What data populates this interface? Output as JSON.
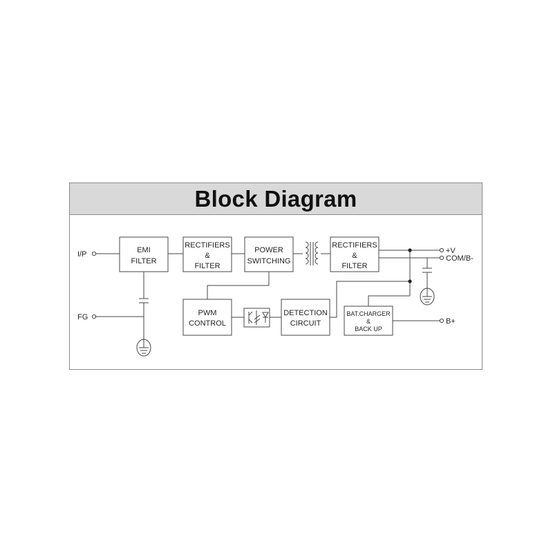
{
  "title": "Block Diagram",
  "blocks": {
    "emi_filter": [
      "EMI",
      "FILTER"
    ],
    "rectifiers_1": [
      "RECTIFIERS",
      "&",
      "FILTER"
    ],
    "power_switching": [
      "POWER",
      "SWITCHING"
    ],
    "rectifiers_2": [
      "RECTIFIERS",
      "&",
      "FILTER"
    ],
    "pwm_control": [
      "PWM",
      "CONTROL"
    ],
    "detection": [
      "DETECTION",
      "CIRCUIT"
    ],
    "bat_charger": [
      "BAT.CHARGER",
      "&",
      "BACK UP"
    ]
  },
  "terminals": {
    "ip": "I/P",
    "fg": "FG",
    "v_plus": "+V",
    "com": "COM/B-",
    "b_plus": "B+"
  },
  "icons": [
    "ground-icon",
    "transformer-icon",
    "optocoupler-icon",
    "capacitor-icon"
  ]
}
